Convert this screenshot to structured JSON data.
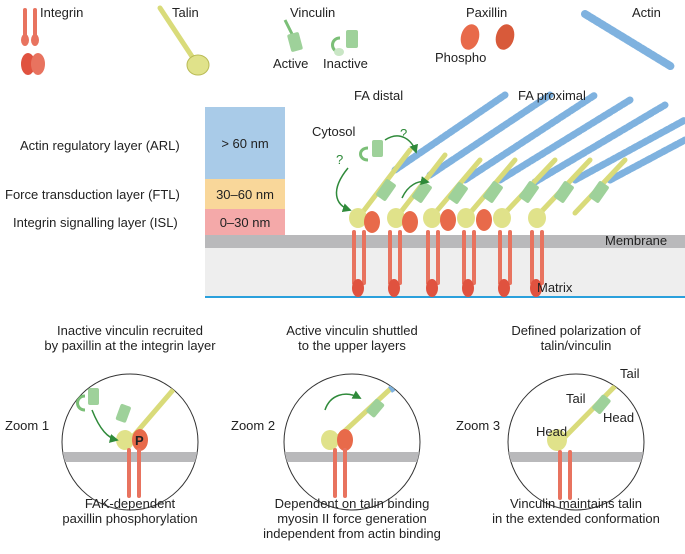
{
  "legend": {
    "integrin": "Integrin",
    "talin": "Talin",
    "vinculin": "Vinculin",
    "vinculin_active": "Active",
    "vinculin_inactive": "Inactive",
    "paxillin": "Paxillin",
    "paxillin_phospho": "Phospho",
    "actin": "Actin"
  },
  "layers": [
    {
      "name": "Actin regulatory layer (ARL)",
      "range": "> 60 nm",
      "color": "#a9cbe8"
    },
    {
      "name": "Force transduction layer (FTL)",
      "range": "30–60 nm",
      "color": "#f9d79a"
    },
    {
      "name": "Integrin signalling layer (ISL)",
      "range": "0–30 nm",
      "color": "#f4a9a9"
    }
  ],
  "diagram": {
    "fa_distal": "FA distal",
    "fa_proximal": "FA proximal",
    "cytosol": "Cytosol",
    "question_mark": "?",
    "membrane": "Membrane",
    "matrix": "Matrix"
  },
  "zooms": [
    {
      "label": "Zoom 1",
      "title": "Inactive vinculin recruited\nby paxillin at the integrin layer",
      "caption": "FAK-dependent\npaxillin phosphorylation",
      "phospho_marker": "P"
    },
    {
      "label": "Zoom 2",
      "title": "Active vinculin shuttled\nto the upper layers",
      "caption": "Dependent on talin binding\nmyosin II force generation\nindependent from actin binding"
    },
    {
      "label": "Zoom 3",
      "title": "Defined polarization of\ntalin/vinculin",
      "caption": "Vinculin maintains talin\nin the extended conformation",
      "labels": {
        "head_left": "Head",
        "tail_top": "Tail",
        "tail_mid": "Tail",
        "head_right": "Head"
      }
    }
  ],
  "colors": {
    "integrin": "#e8735f",
    "talin": "#e0e28a",
    "vinculin": "#9ed19a",
    "paxillin": "#e86a4a",
    "actin": "#7fb2df",
    "membrane": "#b9b9bb",
    "matrix_line": "#2aa0dc",
    "arrow": "#2f8a3a"
  }
}
